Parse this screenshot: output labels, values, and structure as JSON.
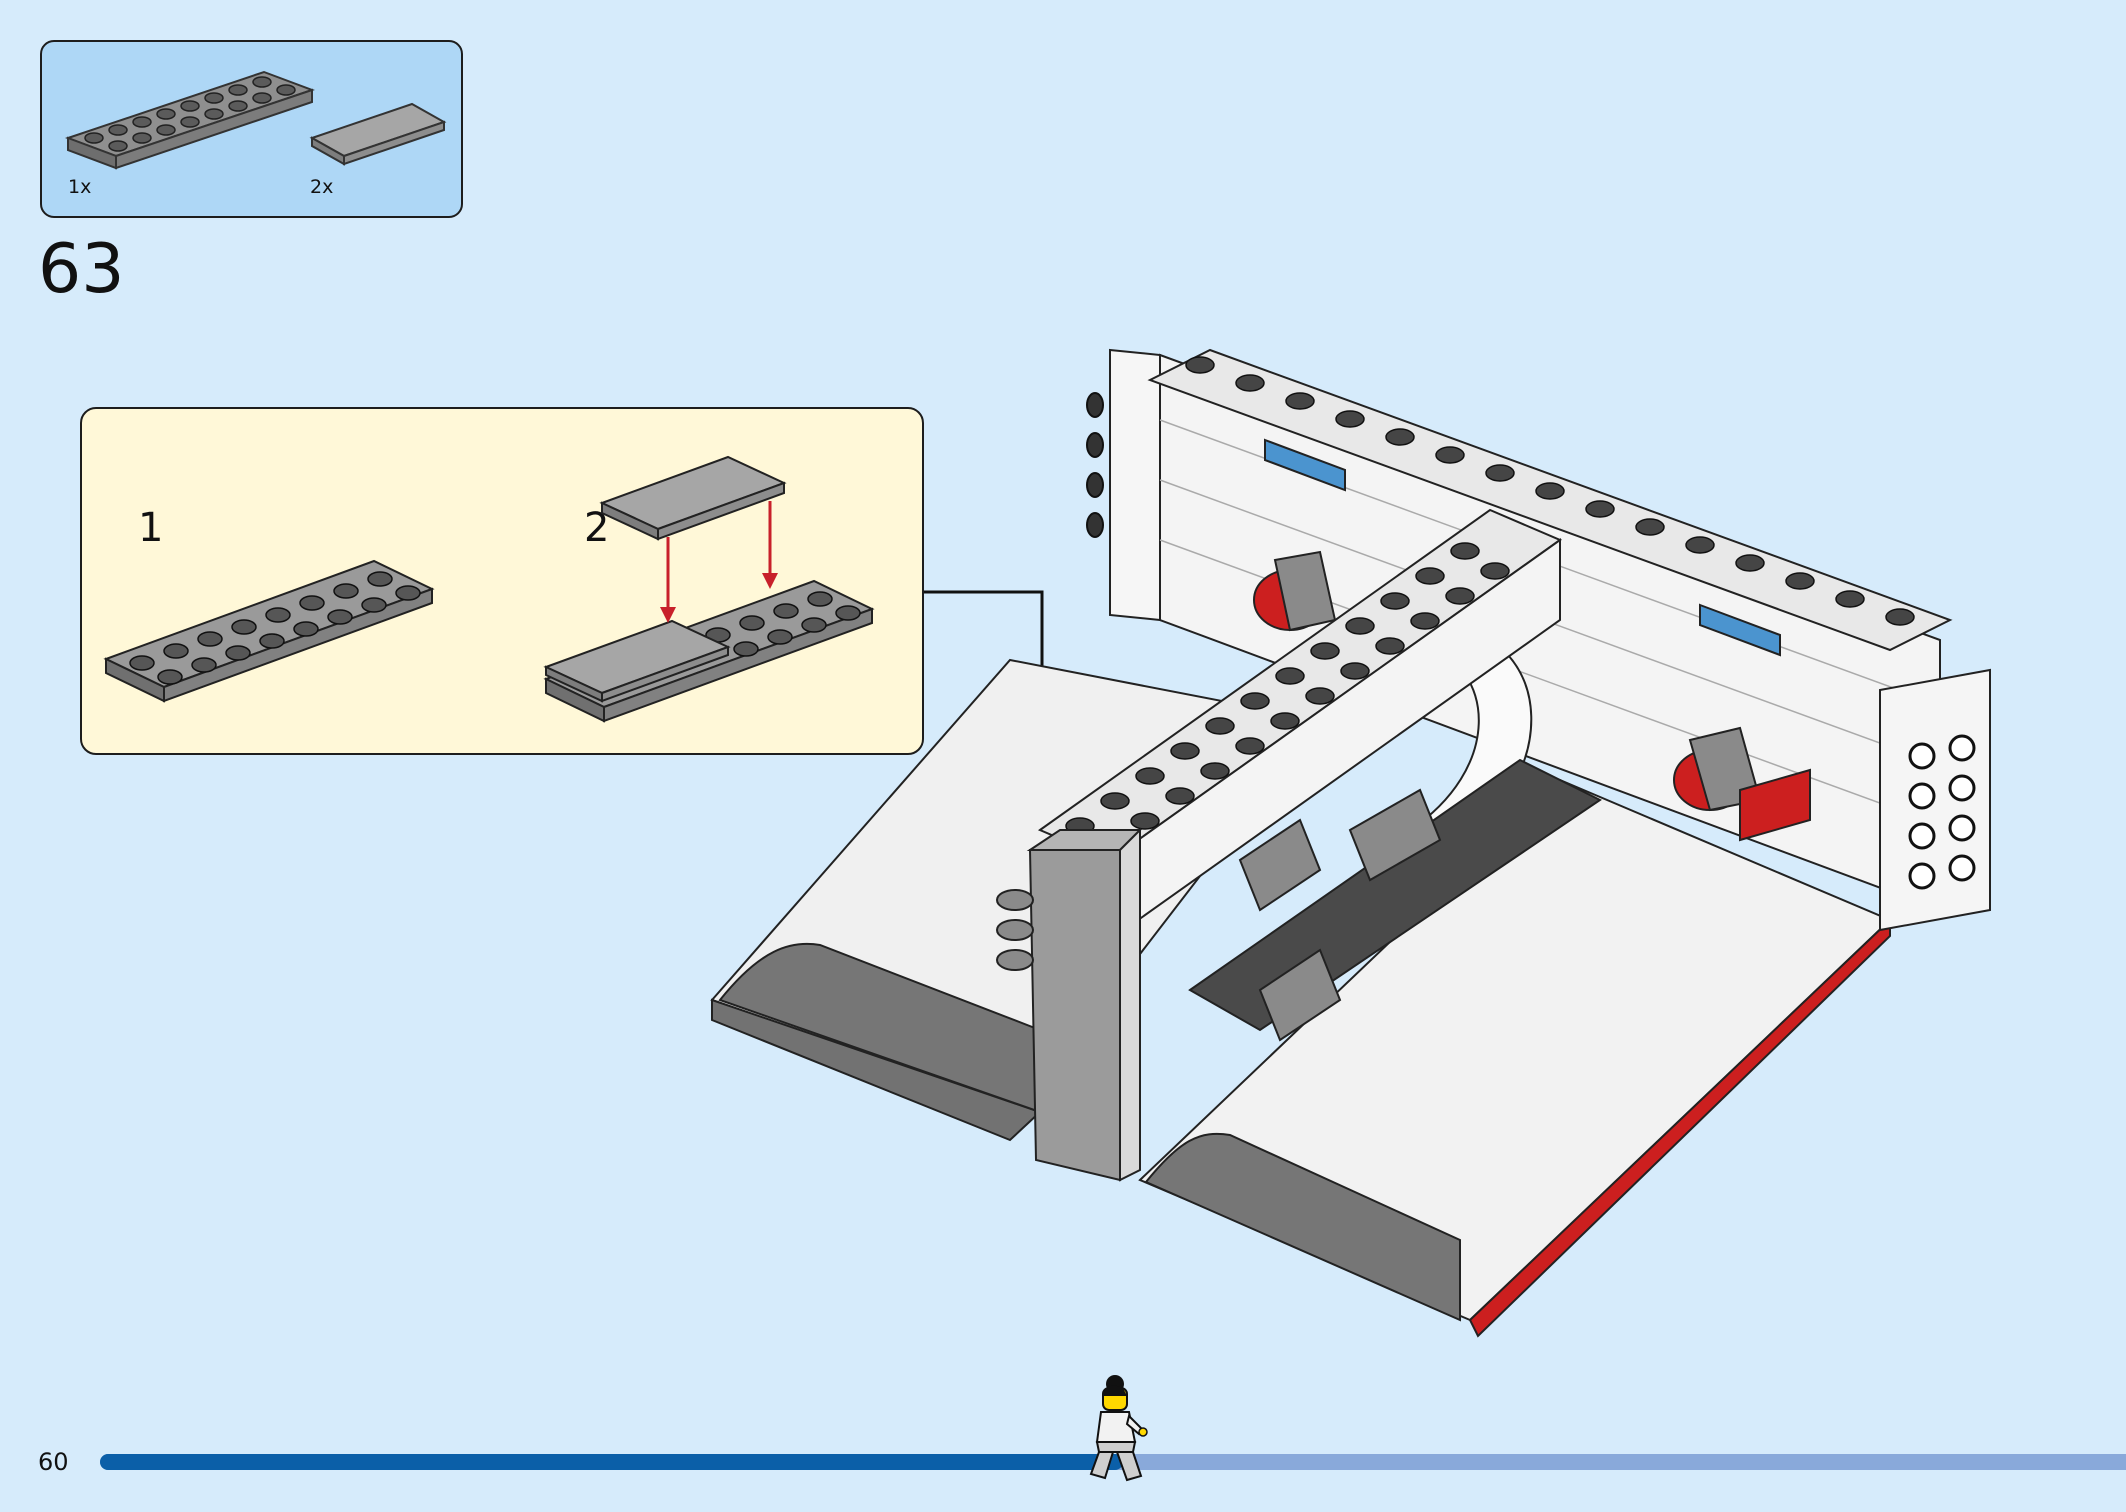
{
  "parts_list": {
    "items": [
      {
        "name": "plate-2x8-dark-grey",
        "quantity": "1x"
      },
      {
        "name": "tile-2x4-grey",
        "quantity": "2x"
      }
    ]
  },
  "step": {
    "number": "63"
  },
  "sub_steps": [
    {
      "number": "1"
    },
    {
      "number": "2"
    }
  ],
  "page": {
    "number": "60"
  },
  "progress": {
    "fraction": 0.505
  },
  "colors": {
    "background": "#d6ebfb",
    "parts_box": "#aed7f6",
    "substep_box": "#fff8d8",
    "progress_done": "#0b5fa8",
    "progress_remaining": "#89a9da",
    "arrow_red": "#c8202a"
  }
}
